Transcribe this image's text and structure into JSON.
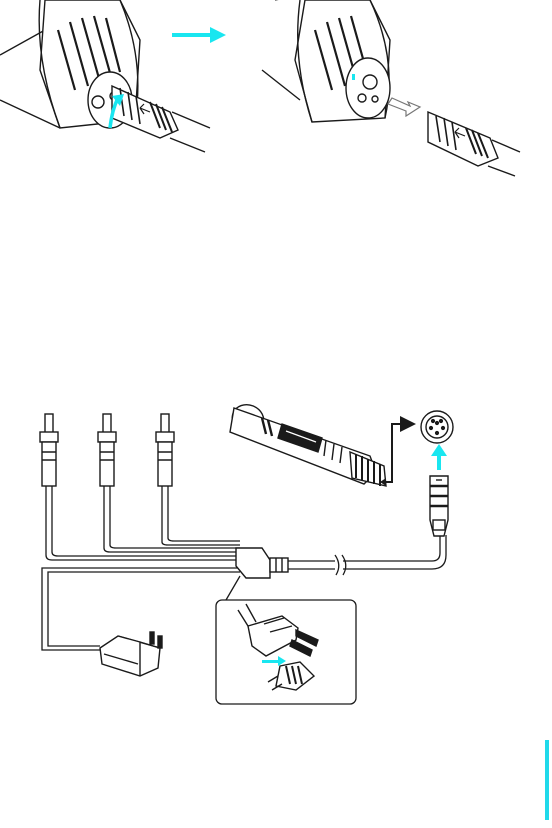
{
  "colors": {
    "line": "#1a1a1a",
    "accent_cyan": "#19e6f0",
    "paper": "#ffffff",
    "grey_arrow": "#9a9a9a",
    "side_bar": "#1fd9ea"
  },
  "figures": {
    "top_left": "microphone-plug-disconnect-step-1",
    "top_right": "microphone-plug-disconnect-step-2",
    "bottom": "av-cable-and-microphone-connection"
  },
  "icons": [
    "cyan-right-arrow-icon",
    "cyan-up-arrow-icon",
    "grey-right-arrow-icon",
    "black-connector-arrow-icon"
  ]
}
